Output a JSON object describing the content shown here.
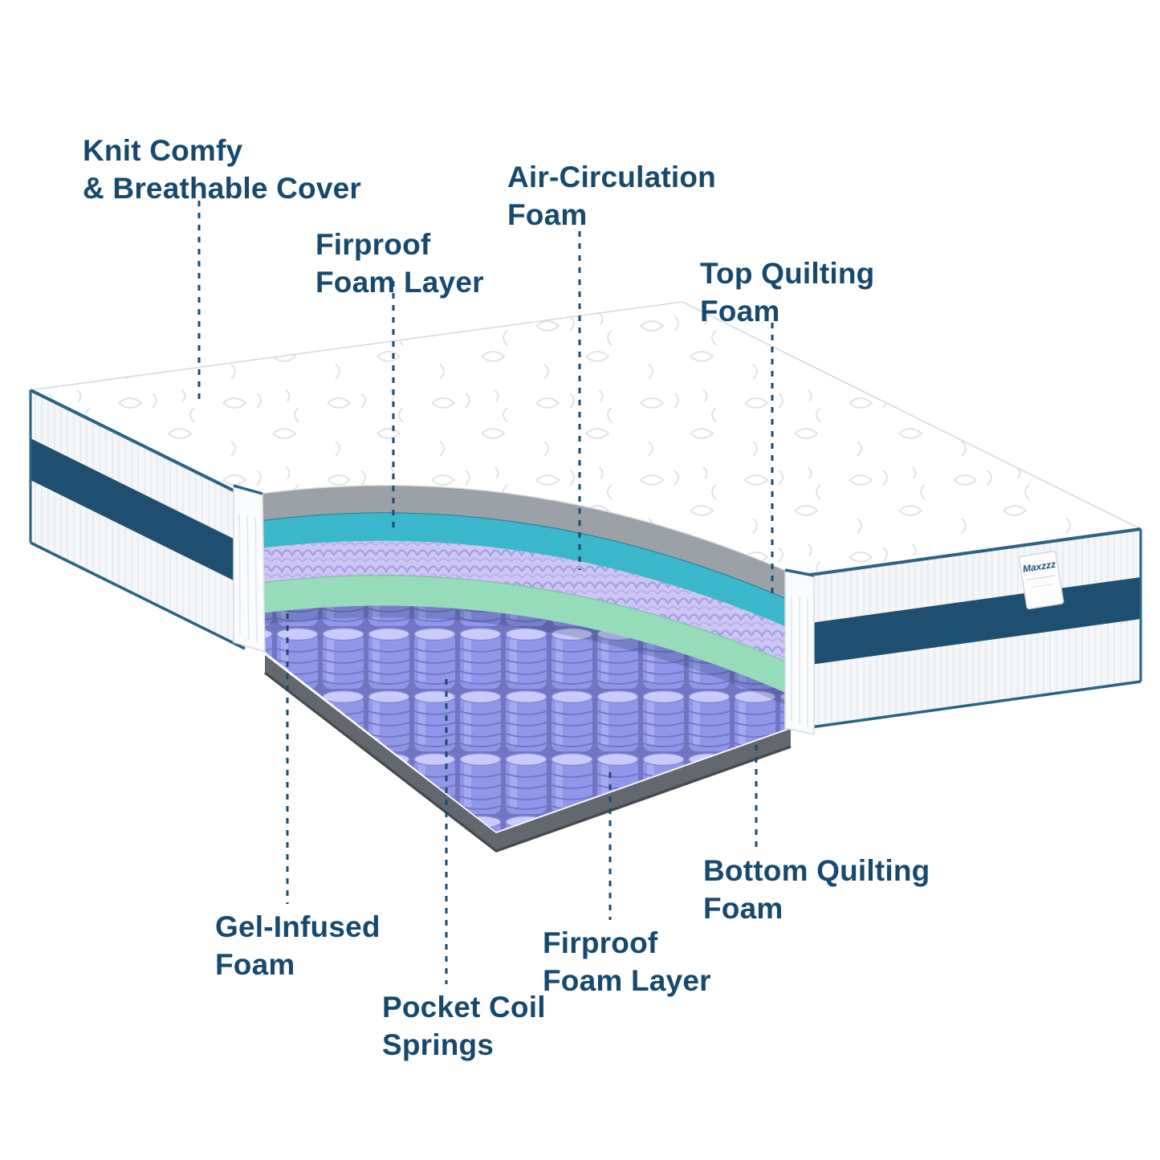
{
  "diagram": {
    "subject": "Mattress cutaway layers diagram",
    "brand_label": "Maxzzz",
    "labels": [
      {
        "id": "knit-cover",
        "text": "Knit Comfy\n& Breathable Cover"
      },
      {
        "id": "firproof-top",
        "text": "Firproof\nFoam Layer"
      },
      {
        "id": "air-circulation",
        "text": "Air-Circulation\nFoam"
      },
      {
        "id": "top-quilting",
        "text": "Top Quilting\nFoam"
      },
      {
        "id": "gel-infused",
        "text": "Gel-Infused\nFoam"
      },
      {
        "id": "pocket-coil",
        "text": "Pocket Coil\nSprings"
      },
      {
        "id": "firproof-bottom",
        "text": "Firproof\nFoam Layer"
      },
      {
        "id": "bottom-quilting",
        "text": "Bottom Quilting\nFoam"
      }
    ],
    "colors": {
      "label_text": "#17496e",
      "leader_line": "#1b4a6e",
      "stripe_navy": "#1e4e70",
      "piping_navy": "#2a6384",
      "cover_white": "#ffffff",
      "cover_edge_gray": "#9ba1a7",
      "air_foam_teal": "#3bb7cb",
      "convoluted_foam_lavender": "#cdc6f2",
      "gel_foam_green": "#96dcba",
      "coil_purple": "#9096e8",
      "base_gray": "#63686f"
    }
  }
}
